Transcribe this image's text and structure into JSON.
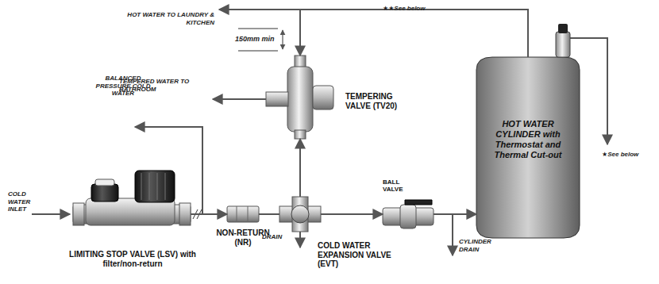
{
  "diagram": {
    "nodes": [
      {
        "text": [
          "LIMITING STOP VALVE (LSV) with filter/non-return"
        ]
      },
      {
        "text": [
          "NON-RETURN (NR)"
        ]
      },
      {
        "text": [
          "COLD WATER EXPANSION VALVE (EVT)"
        ]
      },
      {
        "text": [
          "BALL VALVE"
        ]
      },
      {
        "text": [
          "HOT WATER CYLINDER with Thermostat and Thermal Cut-out"
        ]
      },
      {
        "text": [
          "TEMPERING VALVE (TV20)"
        ]
      }
    ],
    "edges": [
      {
        "from": 0,
        "to": 1,
        "arrow": "to"
      },
      {
        "from": 1,
        "to": 2,
        "arrow": "none"
      },
      {
        "from": 2,
        "to": 3,
        "arrow": "to"
      },
      {
        "from": 3,
        "to": 4,
        "arrow": "to"
      },
      {
        "from": 2,
        "to": 5,
        "arrow": "to"
      },
      {
        "from": 4,
        "to": 5,
        "arrow": "to"
      }
    ],
    "labels": [
      "HOT WATER TO LAUNDRY & KITCHEN",
      "★★See below",
      "150mm min",
      "TEMPERED WATER TO BATHROOM",
      "BALANCED PRESSURE COLD WATER",
      "COLD WATER INLET",
      "DRAIN",
      "CYLINDER DRAIN",
      "★See below"
    ]
  }
}
